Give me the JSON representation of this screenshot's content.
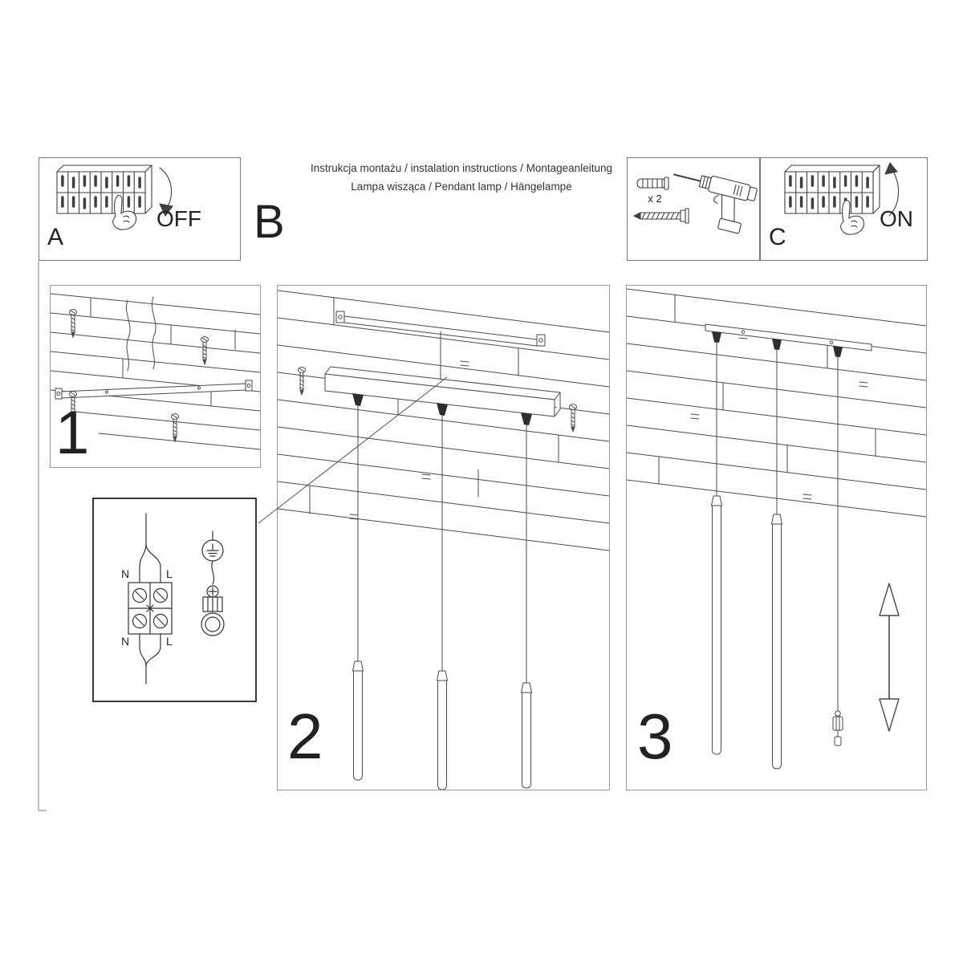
{
  "document": {
    "title_line1": "Instrukcja montażu / instalation instructions / Montageanleitung",
    "title_line2": "Lampa wisząca / Pendant lamp / Hängelampe"
  },
  "sections": {
    "a": {
      "label": "A",
      "switch_state": "OFF"
    },
    "b": {
      "label": "B"
    },
    "c": {
      "label": "C",
      "switch_state": "ON"
    }
  },
  "hardware": {
    "dowel_quantity": "x 2"
  },
  "steps": [
    {
      "number": "1"
    },
    {
      "number": "2"
    },
    {
      "number": "3"
    }
  ],
  "wiring_labels": {
    "neutral_top": "N",
    "live_top": "L",
    "neutral_bottom": "N",
    "live_bottom": "L"
  },
  "colors": {
    "line": "#3f3f3f",
    "border": "#8a8a8a",
    "background": "#ffffff",
    "grip_fill": "#2e2e2e"
  },
  "icons": {
    "breaker": "circuit-breaker-panel",
    "hand": "pointing-hand",
    "arrow_down": "curved-arrow-down",
    "arrow_up": "curved-arrow-up",
    "drill": "power-drill",
    "wall_plug": "wall-plug",
    "screw": "screw",
    "ground": "earth-symbol",
    "height_arrow": "double-vertical-arrow"
  }
}
